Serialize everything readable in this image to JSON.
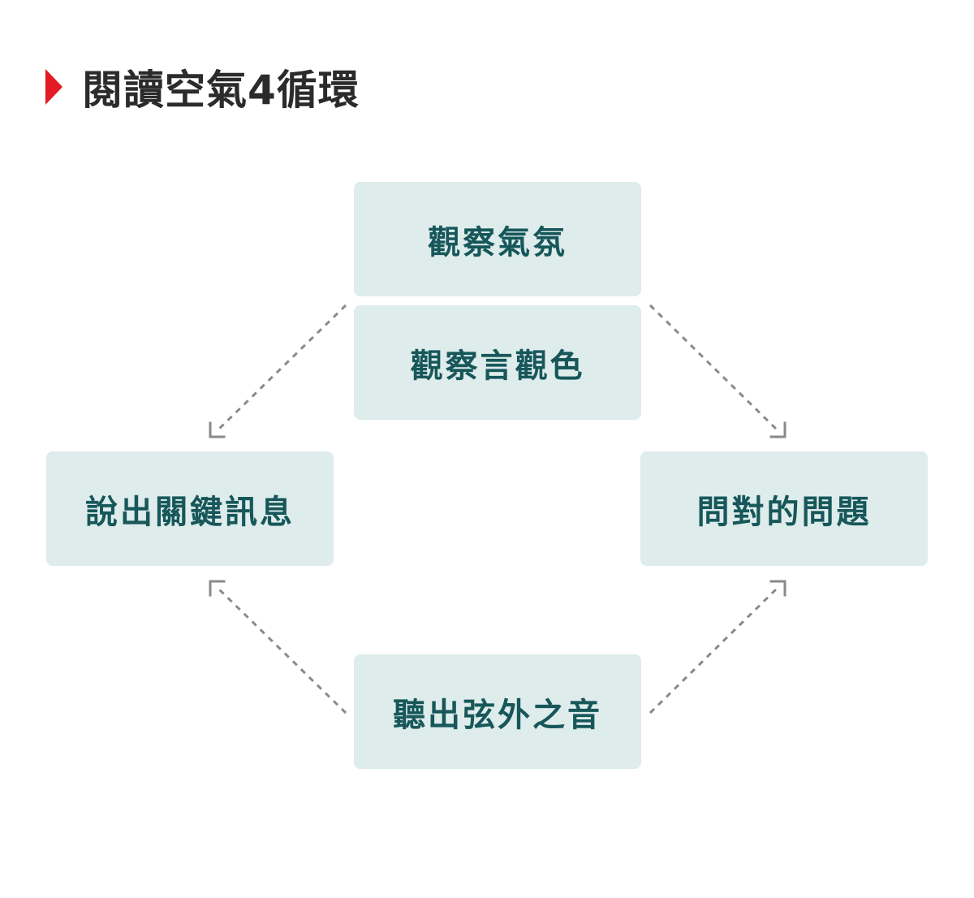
{
  "title": "閱讀空氣4循環",
  "colors": {
    "marker": "#e21b24",
    "node_fill": "#deeceb",
    "node_text": "#17575a",
    "arrow": "#8a8a8a"
  },
  "nodes": {
    "top_a": "觀察氣氛",
    "top_b": "觀察言觀色",
    "left": "說出關鍵訊息",
    "right": "問對的問題",
    "bottom": "聽出弦外之音"
  }
}
